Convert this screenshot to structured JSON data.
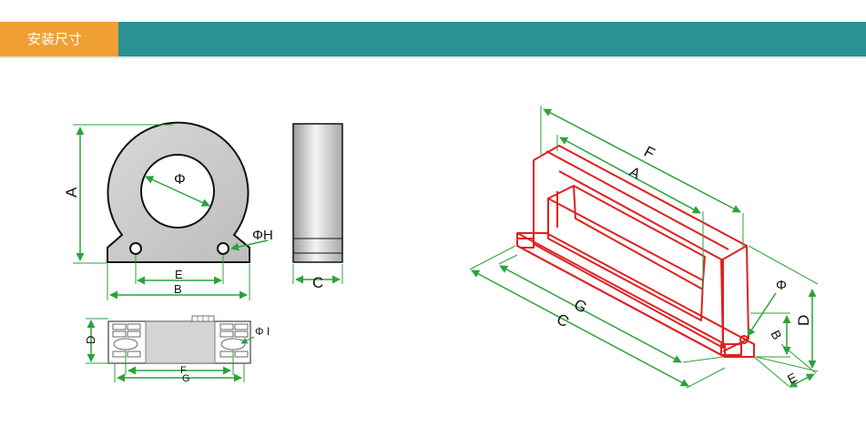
{
  "header": {
    "title": "安装尺寸"
  },
  "colors": {
    "header_bg": "#2a9194",
    "tab_bg": "#f0a033",
    "dim_line": "#2aa33a",
    "outline_red": "#e02020",
    "body_gray": "#c8c8c8"
  },
  "ring_front": {
    "label_a": "A",
    "label_phi": "Φ",
    "label_phih": "ΦH",
    "label_e": "E",
    "label_b": "B"
  },
  "ring_side": {
    "label_c": "C"
  },
  "ring_bottom": {
    "label_d": "D",
    "label_phii": "Φ I",
    "label_f": "F",
    "label_g": "G"
  },
  "iso_view": {
    "label_f": "F",
    "label_a": "A",
    "label_g": "G",
    "label_c": "C",
    "label_phi": "Φ",
    "label_b": "B",
    "label_d": "D",
    "label_e": "E"
  }
}
